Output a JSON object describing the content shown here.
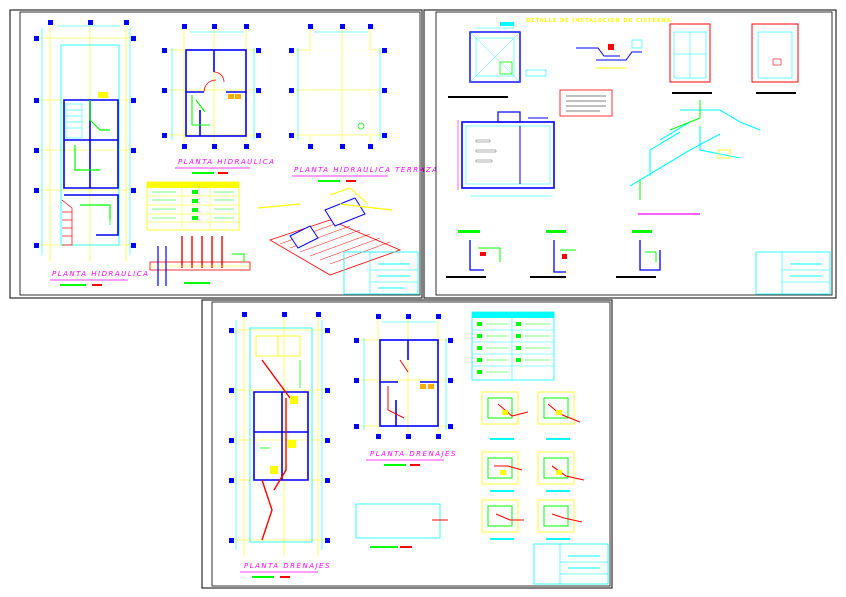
{
  "drawing": {
    "background": "#ffffff",
    "frame_color": "#000000",
    "colors": {
      "wall": "#0000ff",
      "grid": "#ffff00",
      "dimension": "#00ffff",
      "pipe_water": "#00ff00",
      "pipe_drain": "#ff0000",
      "title_text": "#ff00ff",
      "fixture": "#ffaa00"
    }
  },
  "sheets": [
    {
      "id": "sheet-1",
      "views": [
        {
          "label": "PLANTA HIDRAULICA"
        },
        {
          "label": "PLANTA HIDRAULICA"
        },
        {
          "label": "PLANTA HIDRAULICA TERRAZA"
        }
      ]
    },
    {
      "id": "sheet-2",
      "heading": "DETALLE DE INSTALACION DE CISTERNA"
    },
    {
      "id": "sheet-3",
      "views": [
        {
          "label": "PLANTA DRENAJES"
        },
        {
          "label": "PLANTA DRENAJES"
        }
      ]
    }
  ]
}
